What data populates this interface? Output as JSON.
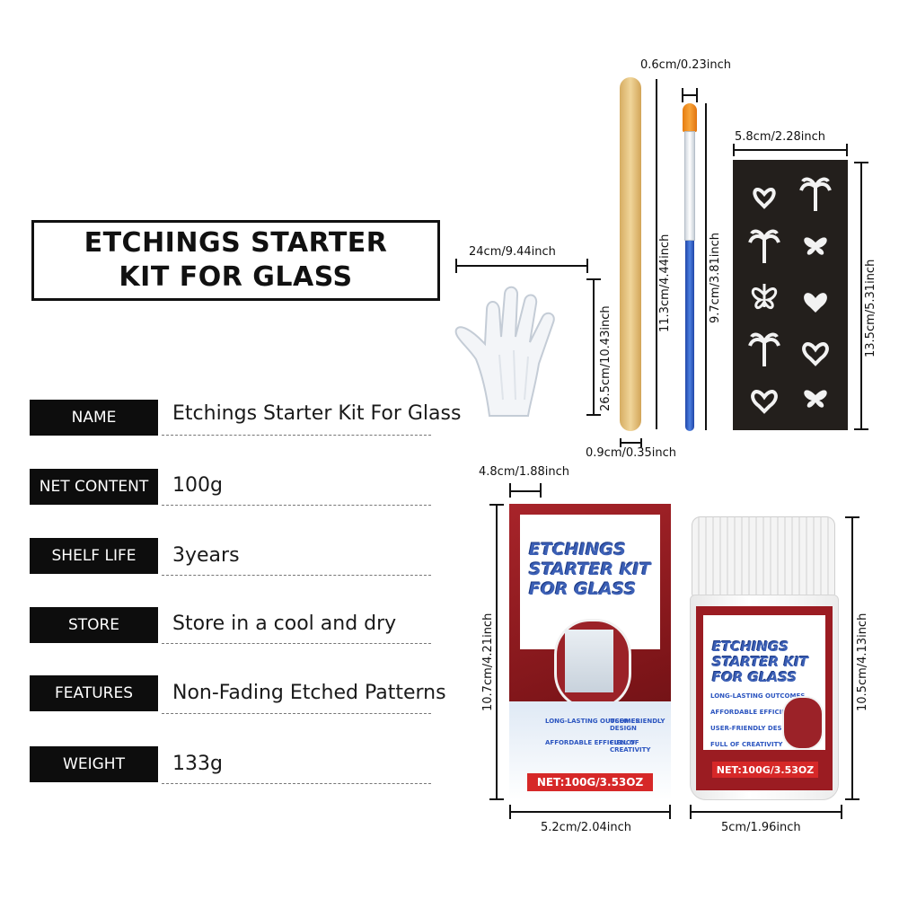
{
  "title": {
    "line1": "ETCHINGS STARTER",
    "line2": "KIT FOR GLASS"
  },
  "specs": [
    {
      "label": "NAME",
      "value": "Etchings Starter Kit For Glass"
    },
    {
      "label": "NET  CONTENT",
      "value": "100g"
    },
    {
      "label": "SHELF LIFE",
      "value": "3years"
    },
    {
      "label": "STORE",
      "value": "Store in a cool and dry"
    },
    {
      "label": "FEATURES",
      "value": "Non-Fading Etched Patterns"
    },
    {
      "label": "WEIGHT",
      "value": "133g"
    }
  ],
  "dimensions": {
    "brush_width": "0.6cm/0.23inch",
    "stencil_width": "5.8cm/2.28inch",
    "glove_width": "24cm/9.44inch",
    "glove_height": "26.5cm/10.43inch",
    "stick_height": "11.3cm/4.44inch",
    "brush_height": "9.7cm/3.81inch",
    "stencil_height": "13.5cm/5.31inch",
    "stick_width": "0.9cm/0.35inch",
    "box_depth": "4.8cm/1.88inch",
    "box_height": "10.7cm/4.21inch",
    "jar_height": "10.5cm/4.13inch",
    "box_width": "5.2cm/2.04inch",
    "jar_width": "5cm/1.96inch"
  },
  "box_product": {
    "title_lines": [
      "ETCHINGS",
      "STARTER KIT",
      "FOR GLASS"
    ],
    "features": [
      "LONG-LASTING OUTCOMES",
      "USER-FRIENDLY DESIGN",
      "AFFORDABLE EFFICIENCY",
      "FULL OF CREATIVITY"
    ],
    "net": "NET:100G/3.53OZ"
  },
  "jar_product": {
    "title_lines": [
      "ETCHINGS",
      "STARTER KIT",
      "FOR GLASS"
    ],
    "features": [
      "LONG-LASTING OUTCOMES",
      "AFFORDABLE EFFICIENCY",
      "USER-FRIENDLY DESIGN",
      "FULL OF CREATIVITY"
    ],
    "net": "NET:100G/3.53OZ"
  },
  "stencil_icons": [
    "heart-icon",
    "palm-tree-icon",
    "palm-tree-icon",
    "butterfly-icon",
    "butterfly-icon",
    "heart-icon",
    "palm-tree-icon",
    "heart-icon",
    "heart-icon",
    "butterfly-icon"
  ],
  "colors": {
    "label_bg": "#0d0d0d",
    "box_red": "#a8242a",
    "title_blue": "#3b5fb5",
    "stick": "#e4c27f",
    "brush_blue": "#2f5fc4",
    "bristles": "#f28c1b"
  }
}
